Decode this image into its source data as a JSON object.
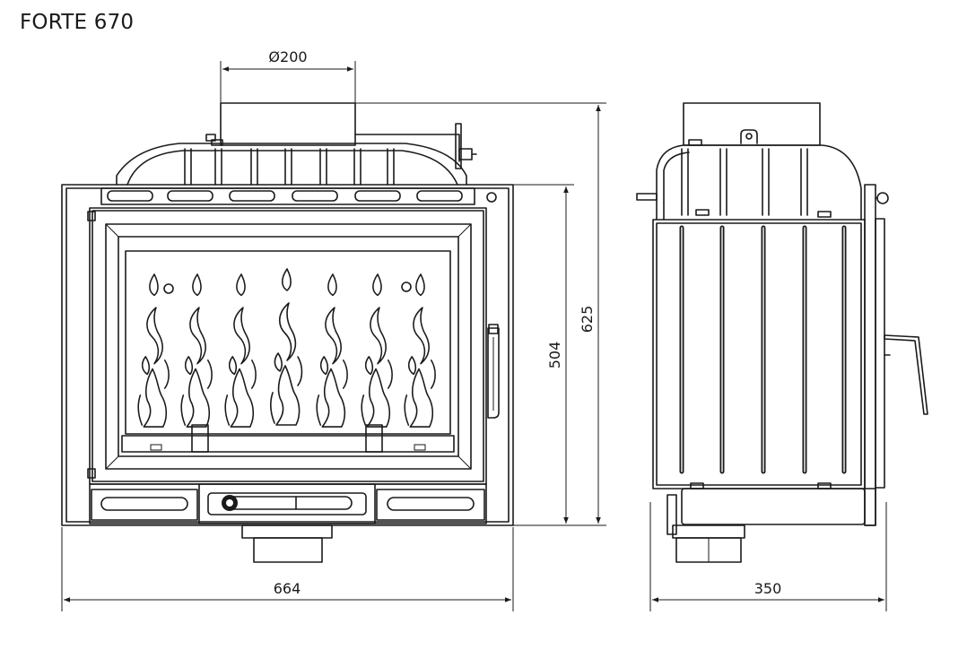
{
  "title": "FORTE 670",
  "dimensions": {
    "flue_diameter": "Ø200",
    "width": "664",
    "height_total": "625",
    "height_body": "504",
    "depth": "350"
  }
}
